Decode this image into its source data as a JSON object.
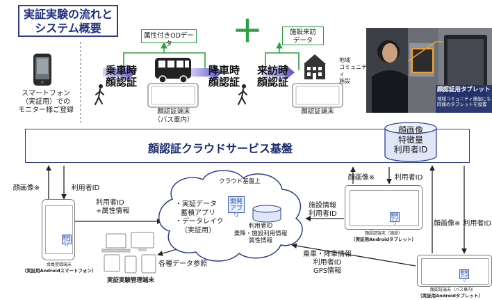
{
  "title": {
    "line1": "実証実験の流れと",
    "line2": "システム概要"
  },
  "smartphone_user": {
    "line1": "スマートフォン",
    "line2": "（実証用）での",
    "line3": "モニター様ご登録"
  },
  "top_flow": {
    "attr_od_box": "属性付きODデータ",
    "visit_box_line1": "施設来訪",
    "visit_box_line2": "データ",
    "plus": "＋",
    "boarding_line1": "乗車時",
    "boarding_line2": "顔認証",
    "alighting_line1": "降車時",
    "alighting_line2": "顔認証",
    "visit_line1": "来訪時",
    "visit_line2": "顔認証",
    "bus_terminal_line1": "顔認証端末",
    "bus_terminal_line2": "（バス車内）",
    "facility_terminal": "顔認証端末",
    "community_line1": "地域",
    "community_line2": "コミュニティ",
    "community_line3": "施設"
  },
  "photo": {
    "caption1": "顔認証用タブレット",
    "caption2": "地域コミュニティ施設にも",
    "caption3": "同様のタブレットを設置"
  },
  "service": {
    "title": "顔認証クラウドサービス基盤",
    "db_line1": "顔画像",
    "db_line2": "特徴量",
    "db_line3": "利用者ID"
  },
  "left_arrows": {
    "face_image": "顔画像※",
    "user_id": "利用者ID"
  },
  "right_top_arrows": {
    "face_image": "顔画像※",
    "user_id": "利用者ID"
  },
  "right_side_arrows": {
    "face_image": "顔画像※",
    "user_id": "利用者ID"
  },
  "phone_device": {
    "screen_title": "会員登録端末",
    "caption": "（実証用Androidスマートフォン）",
    "app_line1": "開発",
    "app_line2": "アプリ"
  },
  "phone_to_cloud": {
    "line1": "利用者ID",
    "line2": "+属性情報"
  },
  "cloud": {
    "header": "クラウド基盤上",
    "item1": "・実証データ",
    "item2": "蓄積アプリ",
    "item3": "・データレイク",
    "item4": "（実証用）",
    "dev_app_line1": "開発",
    "dev_app_line2": "アプリ",
    "info_line1": "利用者ID",
    "info_line2": "乗降・施設利用情報",
    "info_line3": "属性情報"
  },
  "mgmt": {
    "label": "実証実験管理端末",
    "ref_label": "各種データ参照"
  },
  "facility_tablet": {
    "incoming_line1": "施設情報",
    "incoming_line2": "利用者ID",
    "caption1": "顔認証端末（施設）",
    "caption2": "（実証用Androidタブレット）",
    "app_line1": "開発",
    "app_line2": "アプリ"
  },
  "bus_tablet": {
    "incoming_line1": "乗車・降車情報",
    "incoming_line2": "利用者ID",
    "incoming_line3": "GPS情報",
    "caption1": "顔認証端末（バス車内）",
    "caption2": "（実証用Androidタブレット）",
    "app_line1": "開発",
    "app_line2": "アプリ"
  },
  "colors": {
    "navy": "#2e3e8c",
    "green": "#2ea043",
    "purple": "#5b54c8",
    "gray": "#666666"
  }
}
